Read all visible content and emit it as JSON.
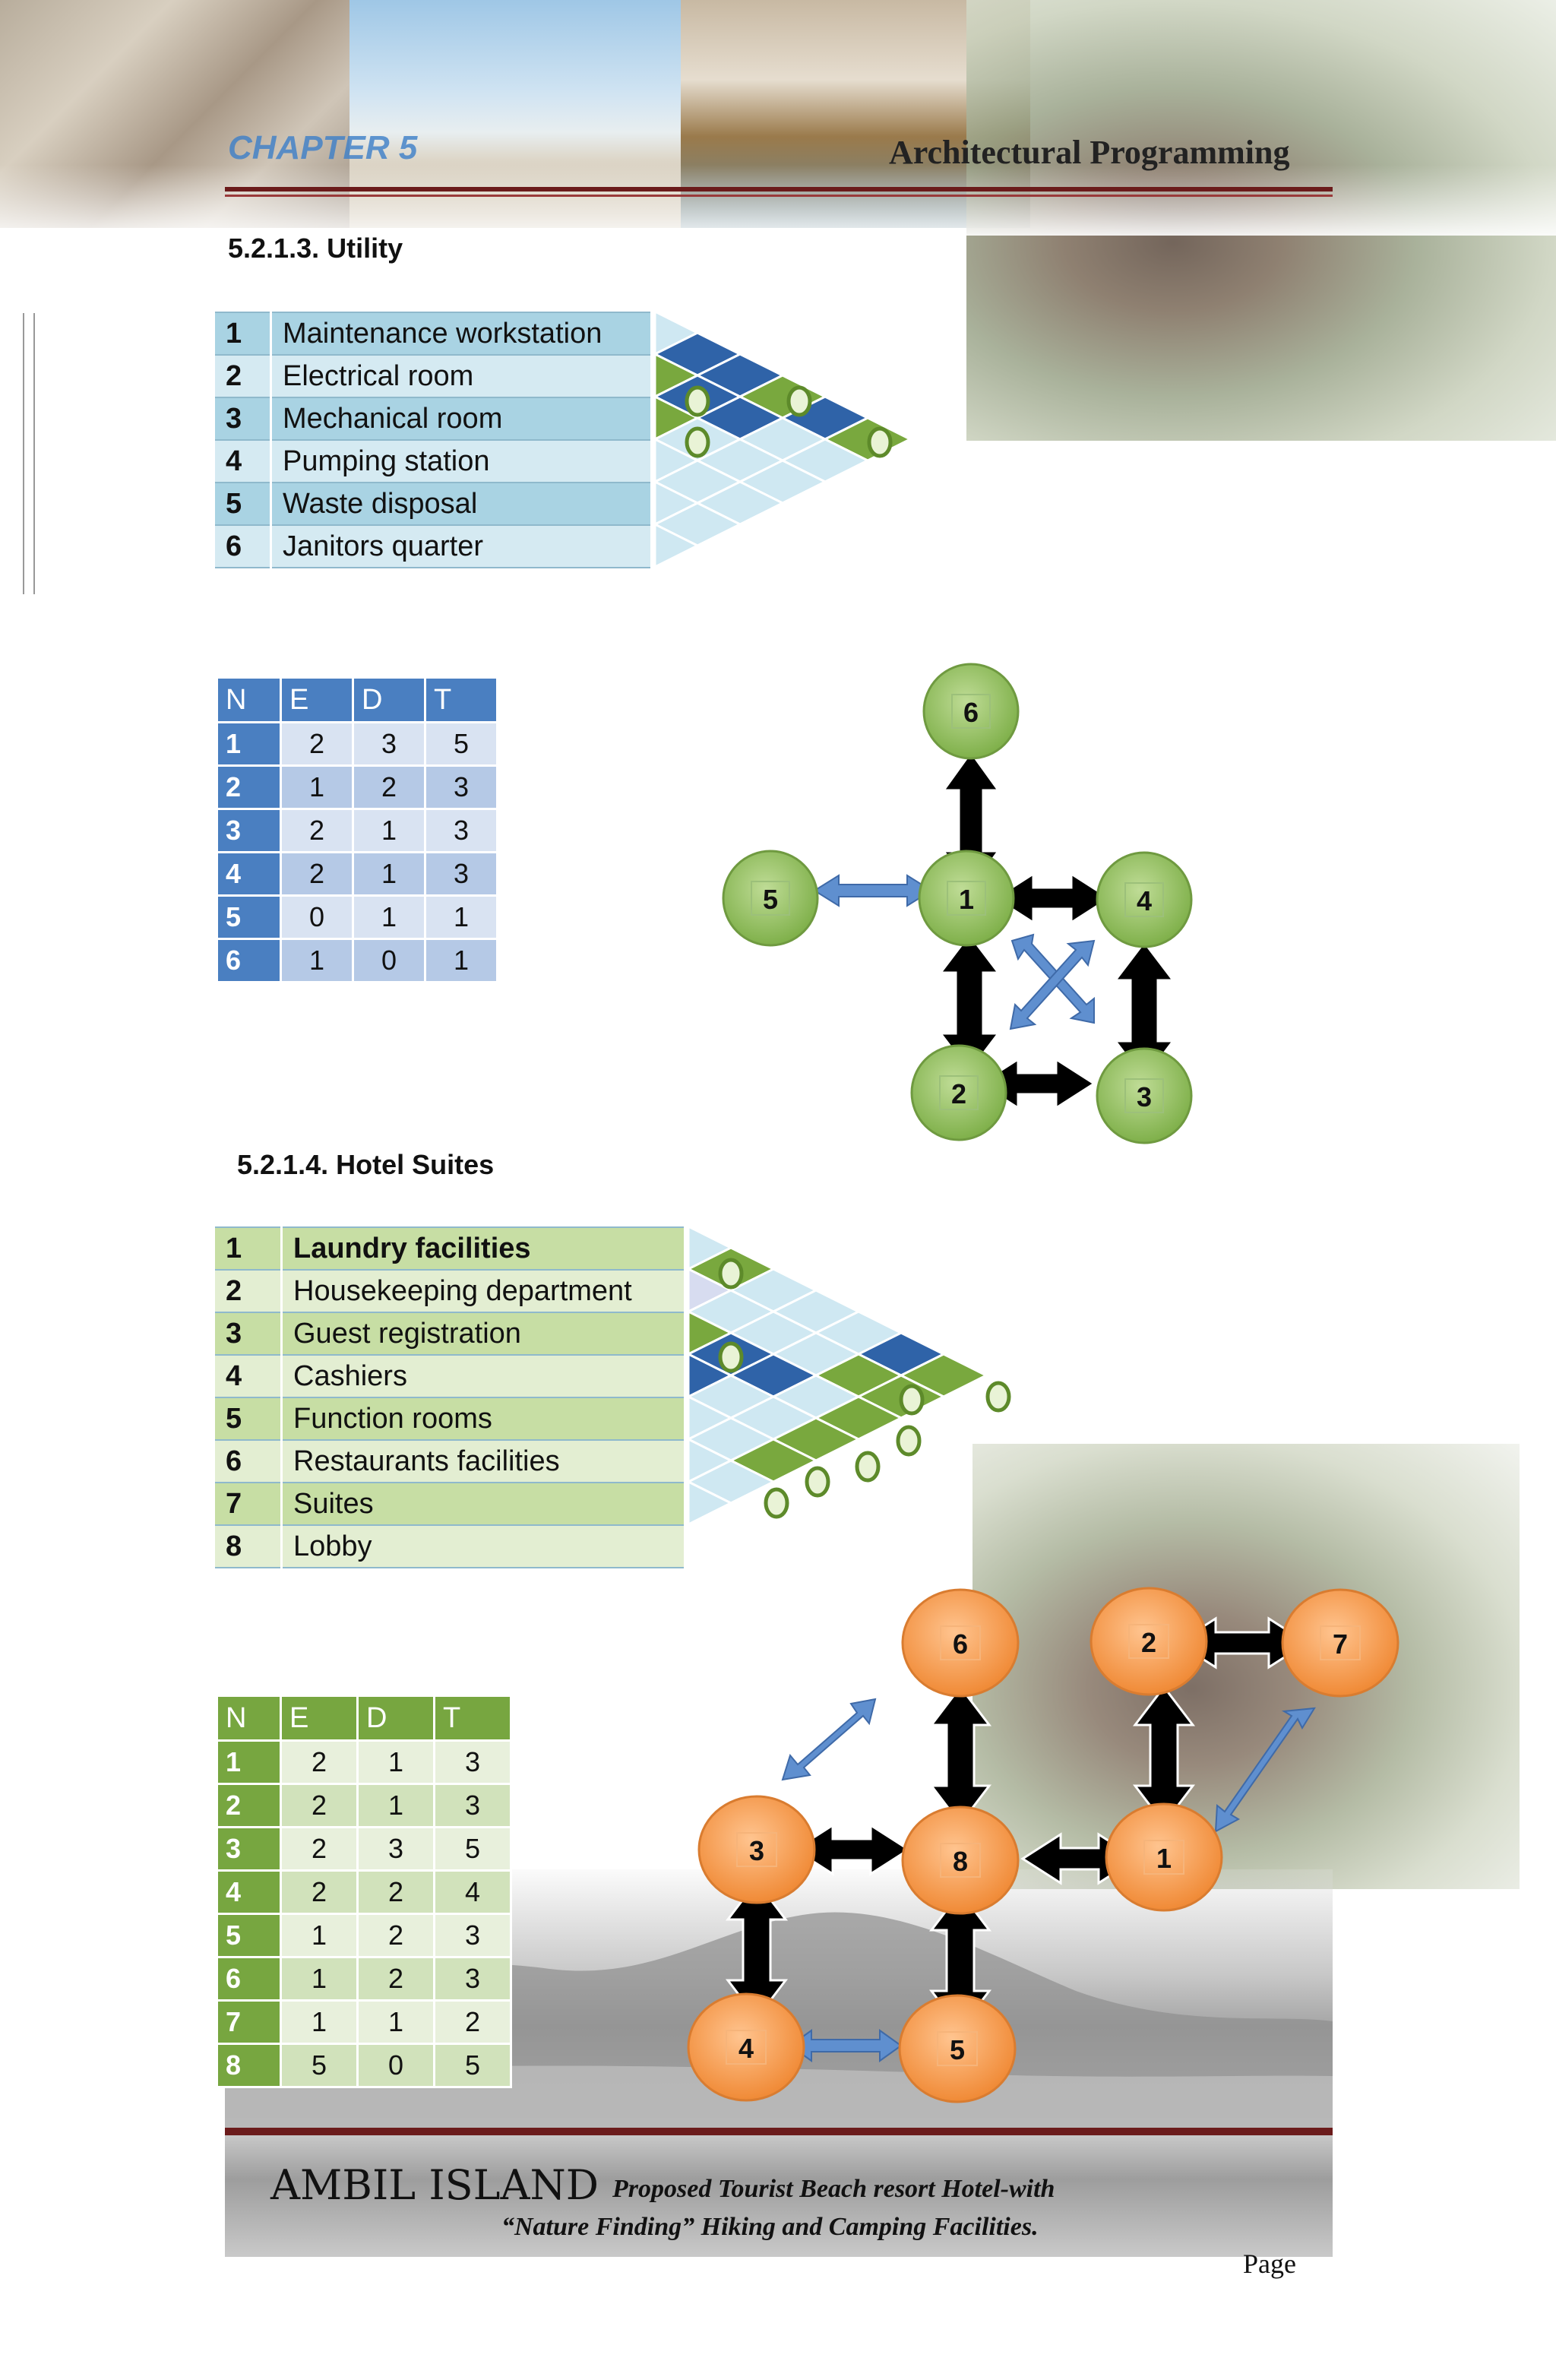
{
  "header": {
    "chapter": "CHAPTER 5",
    "title": "Architectural Programming"
  },
  "utility": {
    "heading": "5.2.1.3. Utility",
    "items": [
      {
        "num": "1",
        "name": "Maintenance workstation"
      },
      {
        "num": "2",
        "name": "Electrical room"
      },
      {
        "num": "3",
        "name": "Mechanical room"
      },
      {
        "num": "4",
        "name": "Pumping station"
      },
      {
        "num": "5",
        "name": "Waste disposal"
      },
      {
        "num": "6",
        "name": "Janitors quarter"
      }
    ],
    "nedt_header": [
      "N",
      "E",
      "D",
      "T"
    ],
    "nedt_rows": [
      [
        "1",
        "2",
        "3",
        "5"
      ],
      [
        "2",
        "1",
        "2",
        "3"
      ],
      [
        "3",
        "2",
        "1",
        "3"
      ],
      [
        "4",
        "2",
        "1",
        "3"
      ],
      [
        "5",
        "0",
        "1",
        "1"
      ],
      [
        "6",
        "1",
        "0",
        "1"
      ]
    ],
    "bubble_labels": [
      "6",
      "5",
      "1",
      "4",
      "2",
      "3"
    ],
    "node_color": "#8cbf5a"
  },
  "hotel": {
    "heading": "5.2.1.4. Hotel Suites",
    "items": [
      {
        "num": "1",
        "name": "Laundry facilities"
      },
      {
        "num": "2",
        "name": "Housekeeping department"
      },
      {
        "num": "3",
        "name": "Guest registration"
      },
      {
        "num": "4",
        "name": "Cashiers"
      },
      {
        "num": "5",
        "name": "Function rooms"
      },
      {
        "num": "6",
        "name": "Restaurants facilities"
      },
      {
        "num": "7",
        "name": "Suites"
      },
      {
        "num": "8",
        "name": "Lobby"
      }
    ],
    "nedt_header": [
      "N",
      "E",
      "D",
      "T"
    ],
    "nedt_rows": [
      [
        "1",
        "2",
        "1",
        "3"
      ],
      [
        "2",
        "2",
        "1",
        "3"
      ],
      [
        "3",
        "2",
        "3",
        "5"
      ],
      [
        "4",
        "2",
        "2",
        "4"
      ],
      [
        "5",
        "1",
        "2",
        "3"
      ],
      [
        "6",
        "1",
        "2",
        "3"
      ],
      [
        "7",
        "1",
        "1",
        "2"
      ],
      [
        "8",
        "5",
        "0",
        "5"
      ]
    ],
    "bubble_labels": [
      "6",
      "2",
      "7",
      "3",
      "8",
      "1",
      "4",
      "5"
    ],
    "node_color": "#f39a4c"
  },
  "footer": {
    "brand": "AMBIL ISLAND",
    "tagline1": "Proposed Tourist Beach resort Hotel-with",
    "tagline2": "“Nature Finding” Hiking and Camping Facilities.",
    "page_label": "Page"
  }
}
